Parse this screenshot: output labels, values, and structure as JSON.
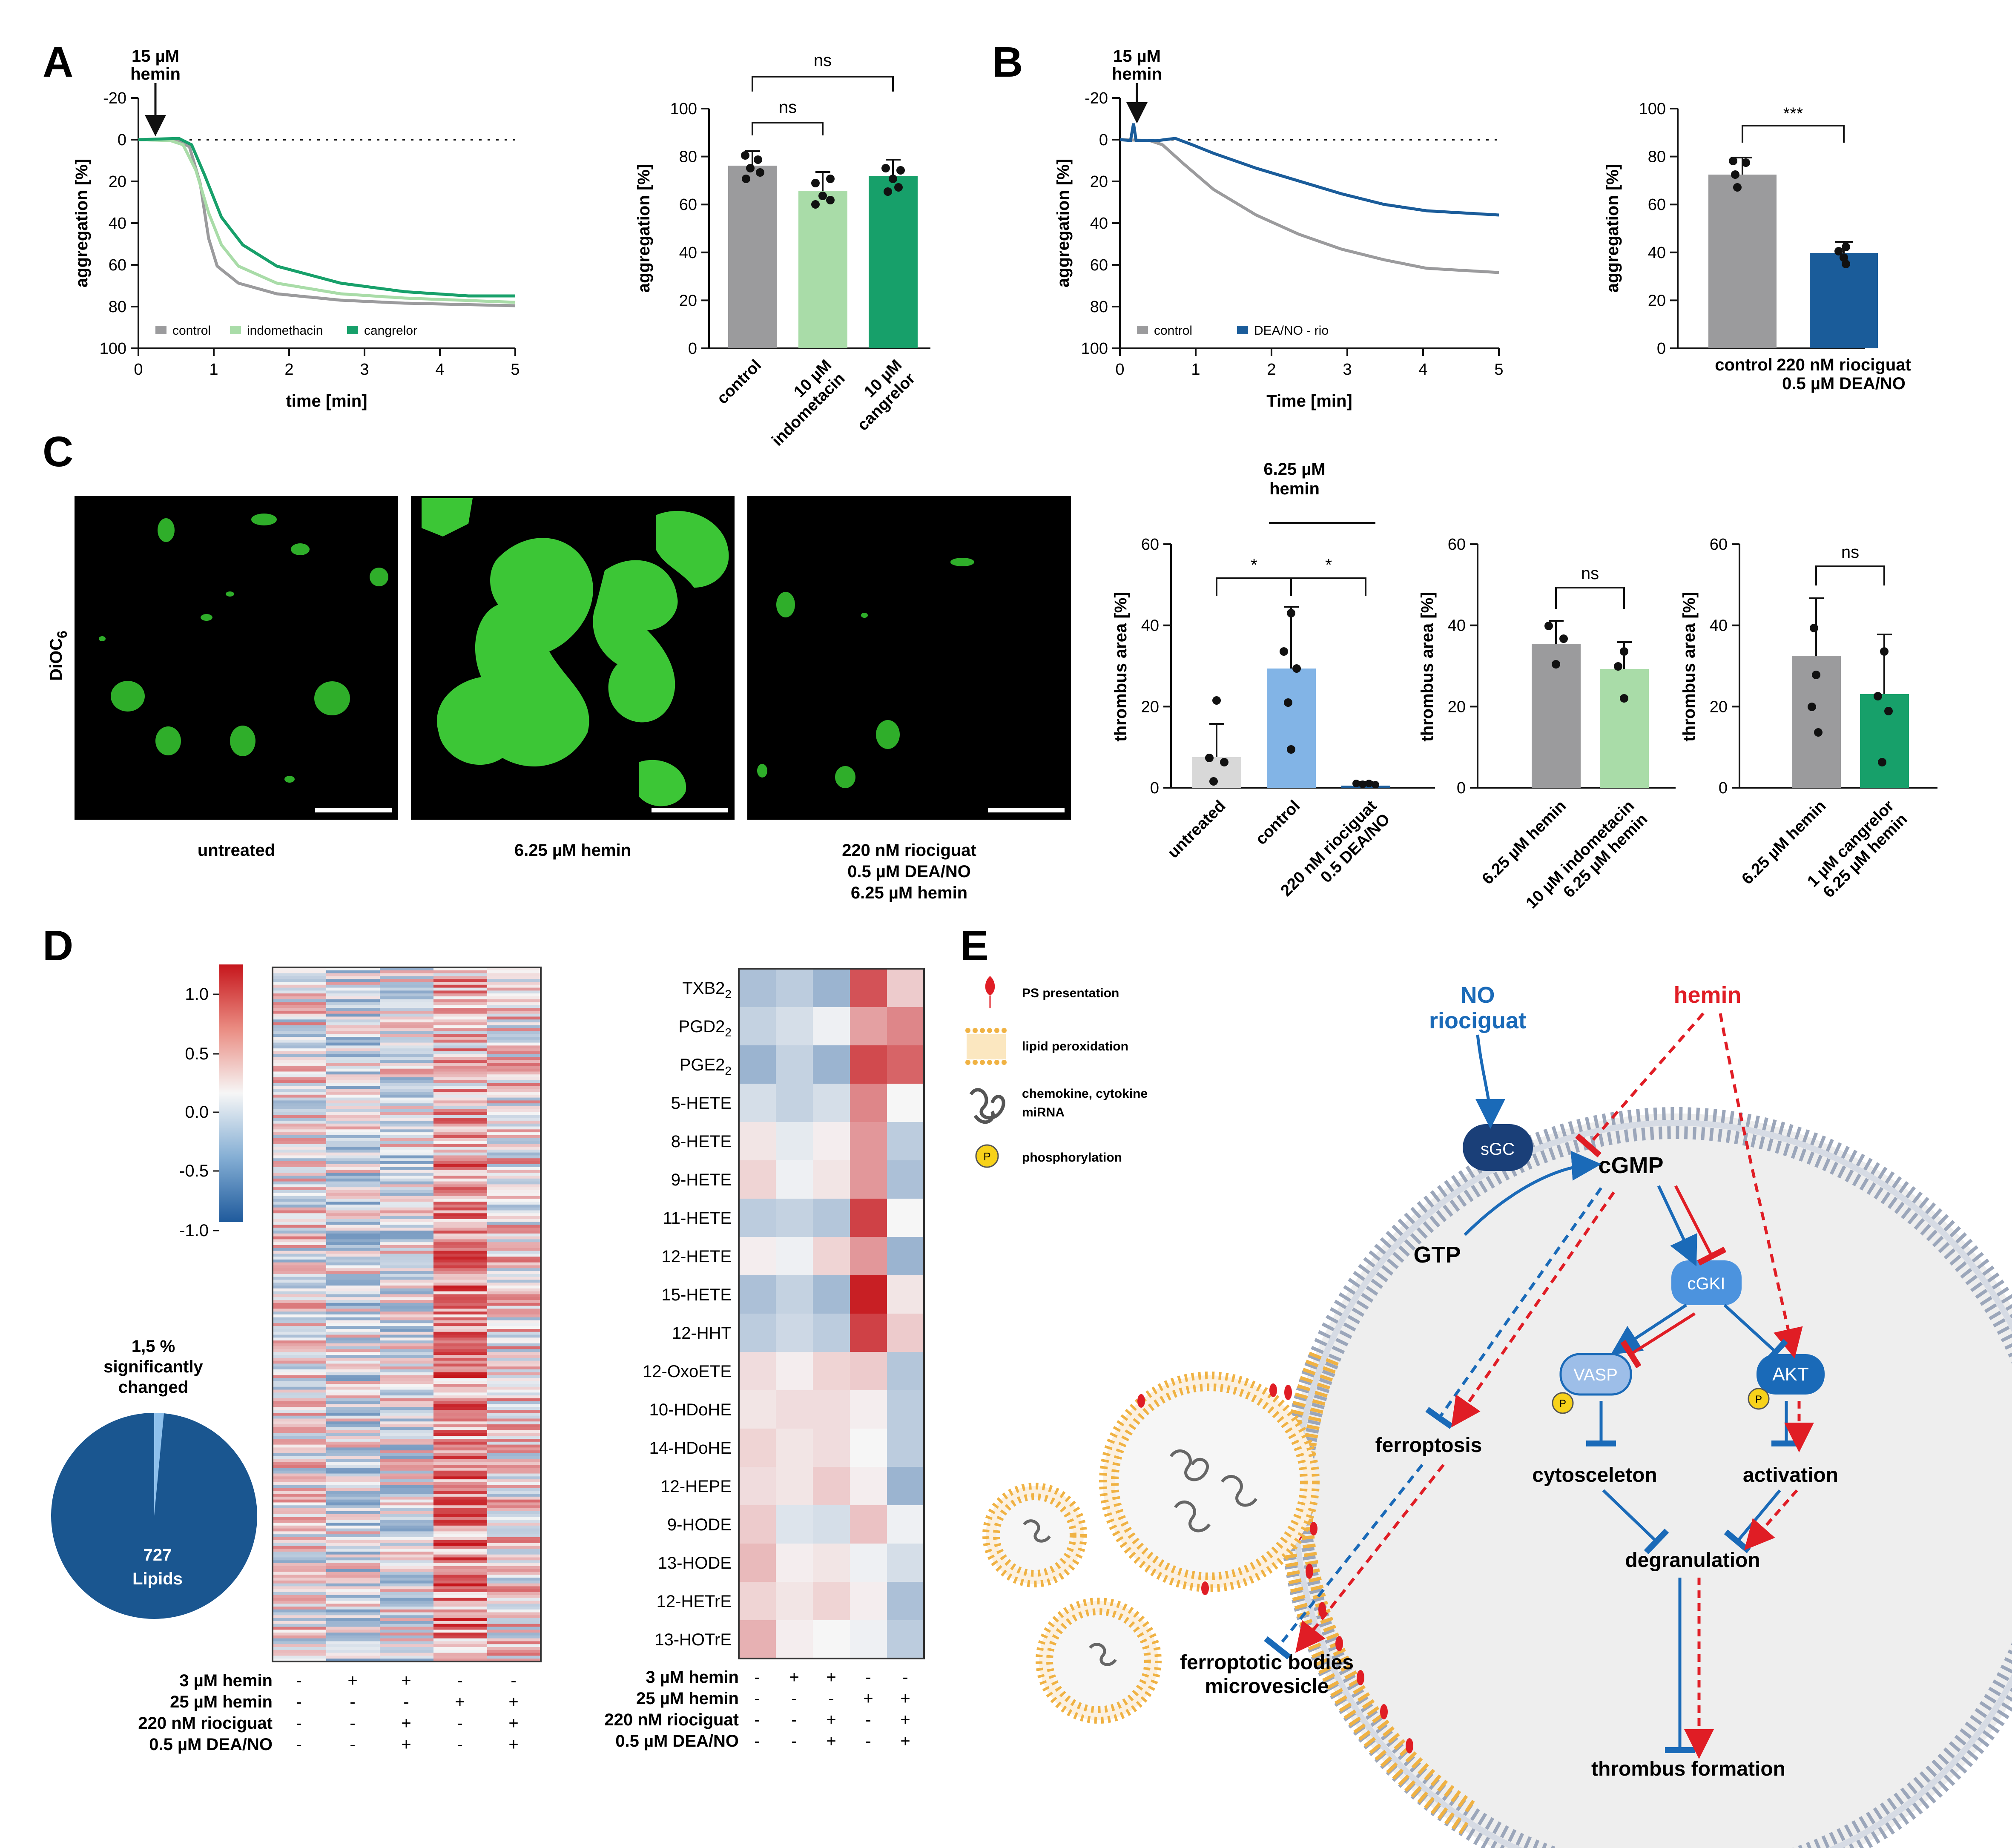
{
  "panels": {
    "A": "A",
    "B": "B",
    "C": "C",
    "D": "D",
    "E": "E"
  },
  "colors": {
    "control": "#9b9b9d",
    "indomethacin": "#a9dca8",
    "cangrelor": "#17a06a",
    "rio": "#1a5c9a",
    "untreated": "#d8d8d8",
    "hemin_ctrl": "#82b4e6",
    "blue_dark": "#1a5690",
    "red": "#e01d25",
    "orange": "#f0b243"
  },
  "panelA": {
    "annotation": "15 µM\nhemin",
    "trace": {
      "xlabel": "time [min]",
      "ylabel": "aggregation [%]",
      "xticks": [
        "0",
        "1",
        "2",
        "3",
        "4",
        "5"
      ],
      "yticks": [
        "-20",
        "0",
        "20",
        "40",
        "60",
        "80",
        "100"
      ],
      "legend": [
        {
          "name": "control",
          "color": "#9b9b9d"
        },
        {
          "name": "indomethacin",
          "color": "#a9dca8"
        },
        {
          "name": "cangrelor",
          "color": "#17a06a"
        }
      ]
    },
    "bar": {
      "ylabel": "aggregation [%]",
      "yticks": [
        "0",
        "20",
        "40",
        "60",
        "80",
        "100"
      ],
      "sig": [
        {
          "label": "ns"
        },
        {
          "label": "ns"
        }
      ],
      "categories": [
        "control",
        "10 µM\nindometacin",
        "10 µM\ncangrelor"
      ]
    }
  },
  "panelB": {
    "annotation": "15 µM\nhemin",
    "trace": {
      "xlabel": "Time [min]",
      "ylabel": "aggregation [%]",
      "xticks": [
        "0",
        "1",
        "2",
        "3",
        "4",
        "5"
      ],
      "yticks": [
        "-20",
        "0",
        "20",
        "40",
        "60",
        "80",
        "100"
      ],
      "legend": [
        {
          "name": "control",
          "color": "#9b9b9d"
        },
        {
          "name": "DEA/NO - rio",
          "color": "#1a5c9a"
        }
      ]
    },
    "bar": {
      "ylabel": "aggregation [%]",
      "yticks": [
        "0",
        "20",
        "40",
        "60",
        "80",
        "100"
      ],
      "sig": "***",
      "categories": [
        "control",
        "220 nM riociguat\n0.5 µM DEA/NO"
      ]
    }
  },
  "panelC": {
    "stain": "DiOC6",
    "images": [
      "untreated",
      "6.25 µM hemin",
      "220 nM riociguat\n0.5 µM DEA/NO\n6.25 µM hemin"
    ],
    "group_header": "6.25 µM\nhemin",
    "bars": [
      {
        "ylabel": "thrombus area [%]",
        "yticks": [
          "0",
          "20",
          "40",
          "60"
        ],
        "sig": [
          "*",
          "*"
        ],
        "categories": [
          "untreated",
          "control",
          "220 nM riociguat\n0.5 DEA/NO"
        ]
      },
      {
        "ylabel": "thrombus area [%]",
        "yticks": [
          "0",
          "20",
          "40",
          "60"
        ],
        "sig": [
          "ns"
        ],
        "categories": [
          "6.25 µM hemin",
          "10 µM indometacin\n6.25 µM hemin"
        ]
      },
      {
        "ylabel": "thrombus area [%]",
        "yticks": [
          "0",
          "20",
          "40",
          "60"
        ],
        "sig": [
          "ns"
        ],
        "categories": [
          "6.25 µM hemin",
          "1 µM cangrelor\n6.25 µM hemin"
        ]
      }
    ]
  },
  "panelD": {
    "colorbar_ticks": [
      "1.0",
      "0.5",
      "0.0",
      "-0.5",
      "-1.0"
    ],
    "pie_sig_label": "1,5 %\nsignificantly\nchanged",
    "pie_main_label": "727\nLipids",
    "condition_labels": [
      "3 µM hemin",
      "25 µM hemin",
      "220 nM riociguat",
      "0.5 µM DEA/NO"
    ],
    "condition_matrix": [
      [
        "-",
        "+",
        "+",
        "-",
        "-"
      ],
      [
        "-",
        "-",
        "-",
        "+",
        "+"
      ],
      [
        "-",
        "-",
        "+",
        "-",
        "+"
      ],
      [
        "-",
        "-",
        "+",
        "-",
        "+"
      ]
    ],
    "lipids": [
      "TXB2",
      "PGD2",
      "PGE2",
      "5-HETE",
      "8-HETE",
      "9-HETE",
      "11-HETE",
      "12-HETE",
      "15-HETE",
      "12-HHT",
      "12-OxoETE",
      "10-HDoHE",
      "14-HDoHE",
      "12-HEPE",
      "9-HODE",
      "13-HODE",
      "12-HETrE",
      "13-HOTrE"
    ],
    "lipid_subscripts": [
      "2",
      "2",
      "2",
      "",
      "",
      "",
      "",
      "",
      "",
      "",
      "",
      "",
      "",
      "",
      "",
      "",
      "",
      ""
    ],
    "lipid_values": [
      [
        -0.45,
        -0.35,
        -0.55,
        0.95,
        0.25
      ],
      [
        -0.3,
        -0.2,
        -0.05,
        0.5,
        0.65
      ],
      [
        -0.55,
        -0.3,
        -0.55,
        1.0,
        0.85
      ],
      [
        -0.2,
        -0.3,
        -0.2,
        0.65,
        0.0
      ],
      [
        0.1,
        -0.1,
        0.05,
        0.55,
        -0.35
      ],
      [
        0.2,
        -0.05,
        0.1,
        0.55,
        -0.45
      ],
      [
        -0.35,
        -0.3,
        -0.4,
        1.05,
        0.0
      ],
      [
        0.05,
        -0.05,
        0.2,
        0.55,
        -0.55
      ],
      [
        -0.45,
        -0.3,
        -0.5,
        1.25,
        0.1
      ],
      [
        -0.35,
        -0.25,
        -0.35,
        1.05,
        0.25
      ],
      [
        0.15,
        0.05,
        0.2,
        0.25,
        -0.4
      ],
      [
        0.1,
        0.15,
        0.15,
        0.05,
        -0.35
      ],
      [
        0.2,
        0.1,
        0.15,
        0.0,
        -0.35
      ],
      [
        0.15,
        0.1,
        0.25,
        0.05,
        -0.55
      ],
      [
        0.25,
        -0.15,
        -0.2,
        0.3,
        -0.05
      ],
      [
        0.35,
        0.05,
        0.1,
        -0.05,
        -0.2
      ],
      [
        0.2,
        0.1,
        0.2,
        0.05,
        -0.45
      ],
      [
        0.4,
        0.05,
        0.0,
        -0.05,
        -0.35
      ]
    ]
  },
  "panelE": {
    "legend": [
      "PS presentation",
      "lipid peroxidation",
      "chemokine, cytokine\nmiRNA",
      "phosphorylation"
    ],
    "phospho_symbol": "P",
    "nodes": {
      "no": "NO\nriociguat",
      "hemin": "hemin",
      "sgc": "sGC",
      "cgmp": "cGMP",
      "gtp": "GTP",
      "cgki": "cGKI",
      "vasp": "VASP",
      "akt": "AKT",
      "ferroptosis": "ferroptosis",
      "cytosceleton": "cytosceleton",
      "activation": "activation",
      "degranulation": "degranulation",
      "bodies": "ferroptotic bodies\nmicrovesicle",
      "thrombus": "thrombus formation"
    }
  }
}
